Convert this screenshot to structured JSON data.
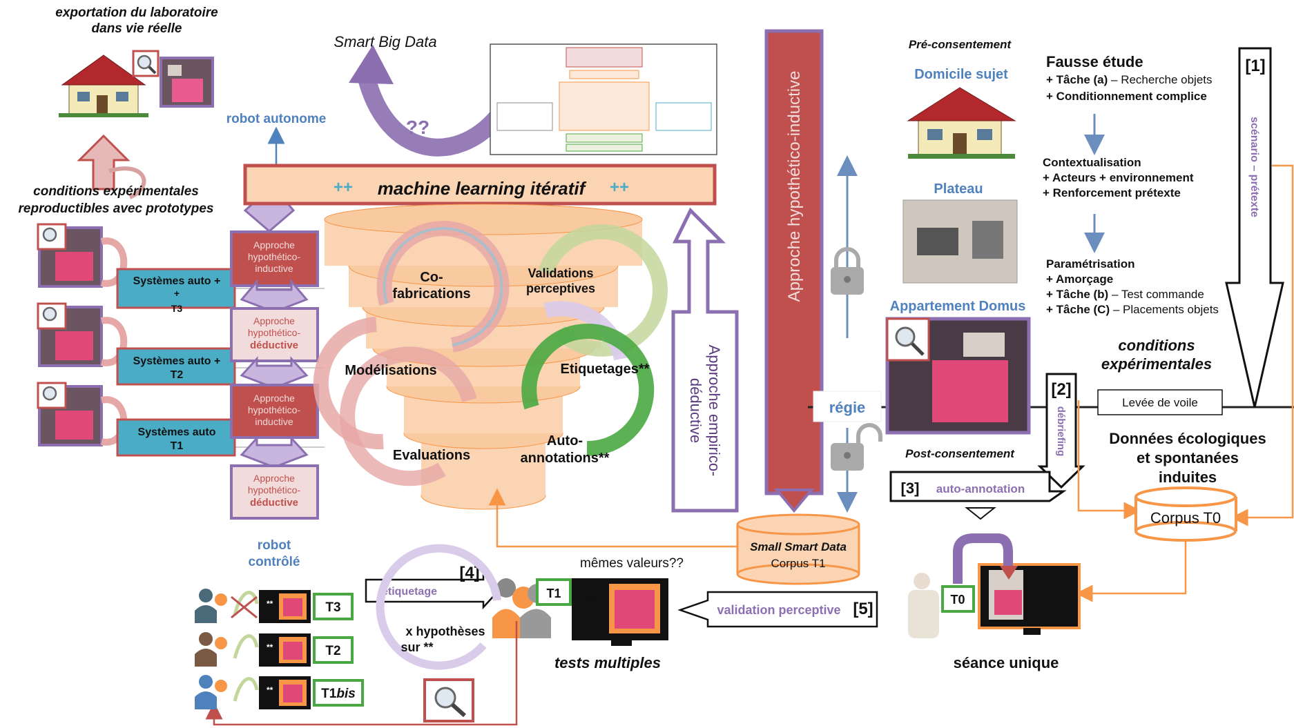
{
  "top_left": {
    "export_line1": "exportation du laboratoire",
    "export_line2": "dans vie réelle",
    "robot_autonome": "robot autonome",
    "cond_line1": "conditions expérimentales",
    "cond_line2": "reproductibles avec prototypes"
  },
  "smart_big_data": "Smart Big Data",
  "question_marks": "??",
  "ml_bar": {
    "pre": "++",
    "label": "machine learning itératif",
    "post": "++"
  },
  "systems": [
    {
      "line1": "Systèmes auto +",
      "line2": "+",
      "line3": "T3"
    },
    {
      "line1": "Systèmes auto +",
      "line2": "T2"
    },
    {
      "line1": "Systèmes auto",
      "line2": "T1"
    }
  ],
  "approaches": [
    {
      "line1": "Approche",
      "line2": "hypothético-",
      "line3": "inductive"
    },
    {
      "line1": "Approche",
      "line2": "hypothético-",
      "line3": "déductive"
    },
    {
      "line1": "Approche",
      "line2": "hypothético-",
      "line3": "inductive"
    },
    {
      "line1": "Approche",
      "line2": "hypothético-",
      "line3": "déductive"
    }
  ],
  "robot_controle_1": "robot",
  "robot_controle_2": "contrôlé",
  "cycles": {
    "cofab_1": "Co-",
    "cofab_2": "fabrications",
    "valid_1": "Validations",
    "valid_2": "perceptives",
    "model": "Modélisations",
    "etiq": "Etiquetages**",
    "eval": "Evaluations",
    "auto_1": "Auto-",
    "auto_2": "annotations**"
  },
  "empirico_1": "Approche empirico-",
  "empirico_2": "déductive",
  "hypothetico_vertical": "Approche hypothético-inductive",
  "regie": "régie",
  "small_smart_data": "Small Smart Data",
  "corpus_t1": "Corpus T1",
  "right": {
    "pre_consent": "Pré-consentement",
    "domicile": "Domicile sujet",
    "plateau": "Plateau",
    "appartement": "Appartement Domus",
    "fausse_etude": "Fausse étude",
    "fe_1_bold": "+ Tâche (a)",
    "fe_1_rest": " – Recherche objets",
    "fe_2": "+ Conditionnement complice",
    "ctx_title": "Contextualisation",
    "ctx_1": "+ Acteurs + environnement",
    "ctx_2": "+ Renforcement prétexte",
    "param_title": "Paramétrisation",
    "param_1": "+ Amorçage",
    "param_2_bold": "+ Tâche (b)",
    "param_2_rest": " – Test commande",
    "param_3_bold": "+ Tâche (C)",
    "param_3_rest": " – Placements objets",
    "cond_1": "conditions",
    "cond_2": "expérimentales",
    "scenario": "scénario – prétexte",
    "label_1": "[1]",
    "label_2": "[2]",
    "debriefing": "débriefing",
    "levee": "Levée de voile",
    "donnees_1": "Données écologiques",
    "donnees_2": "et spontanées",
    "donnees_3": "induites",
    "corpus_t0": "Corpus T0",
    "post_consent": "Post-consentement",
    "label_3": "[3]",
    "auto_annotation": "auto-annotation",
    "t0": "T0",
    "seance": "séance unique"
  },
  "bottom": {
    "label_4": "[4]",
    "etiquetage": "étiquetage",
    "t1": "T1",
    "double_star": "**",
    "memes_valeurs": "mêmes valeurs??",
    "x_hyp_1": "x hypothèses",
    "x_hyp_2": "sur **",
    "tests_multiples": "tests multiples",
    "validation_perceptive": "validation perceptive",
    "label_5": "[5]",
    "t3": "T3",
    "t2": "T2",
    "t1bis_a": "T1",
    "t1bis_b": "bis",
    "star": "**"
  },
  "colors": {
    "purple": "#8b6fb0",
    "red": "#c0504d",
    "orange": "#f79646",
    "peach": "#fbd4b4",
    "cyan": "#4bacc6",
    "green": "#4aa842",
    "lightgreen": "#c3d69b",
    "blue_label": "#4f81bd"
  }
}
